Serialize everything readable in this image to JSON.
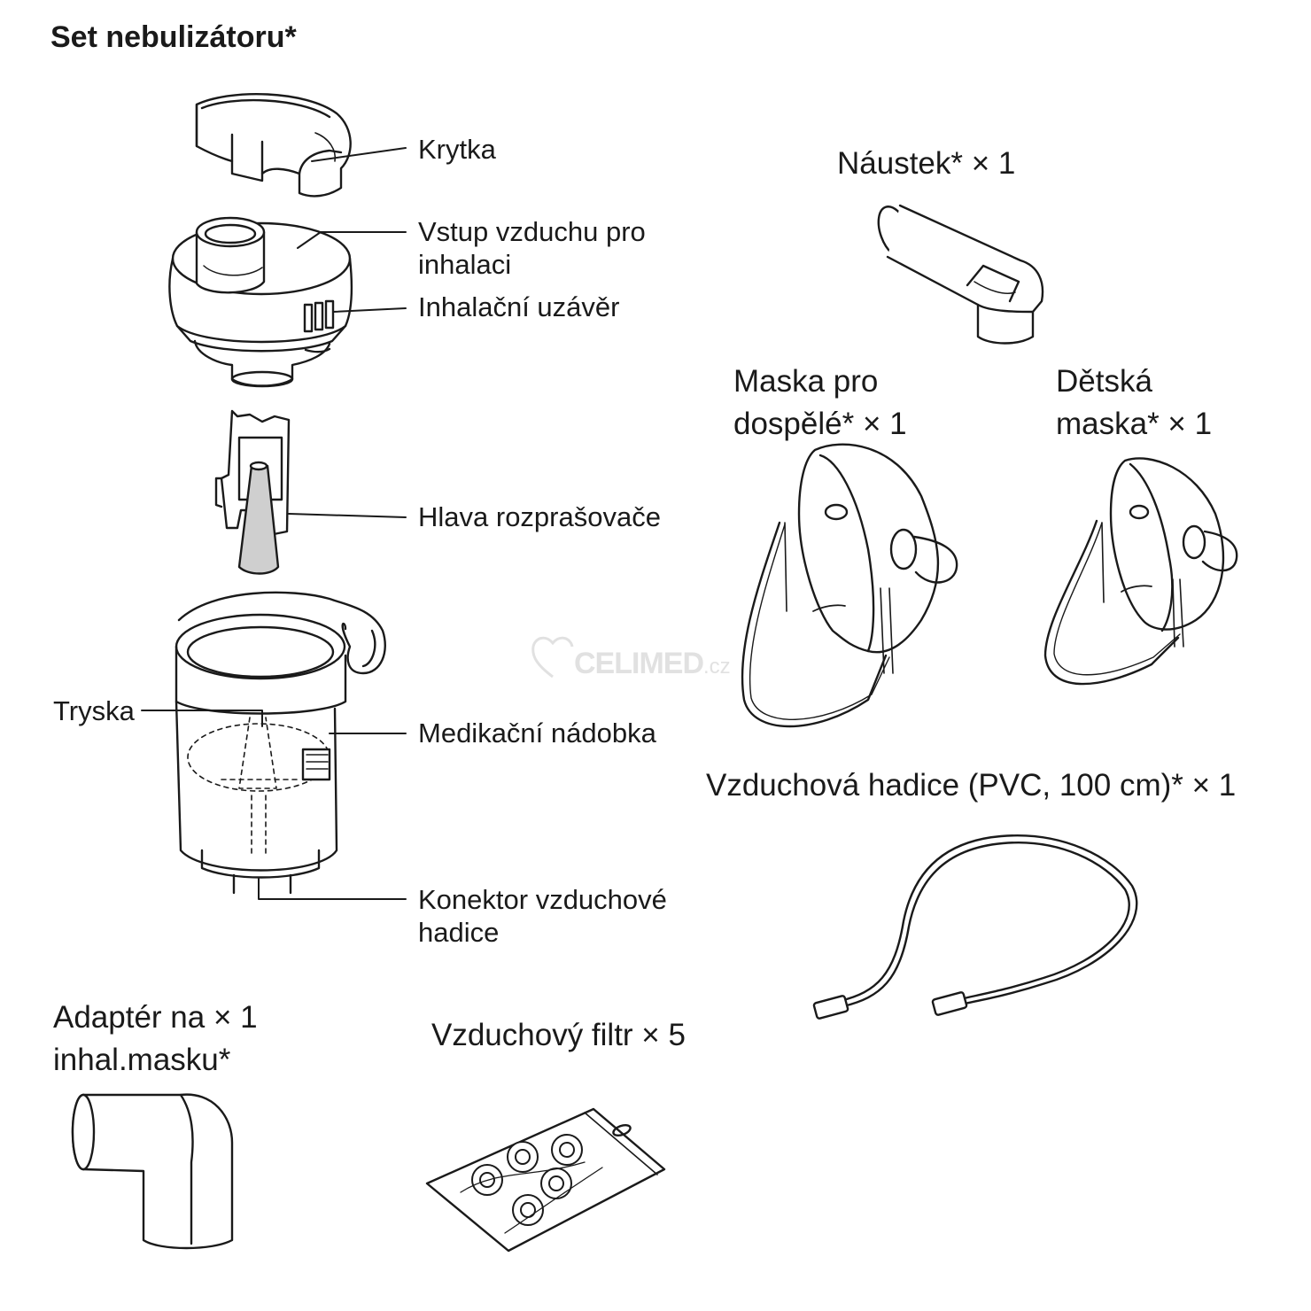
{
  "title": "Set nebulizátoru*",
  "parts": {
    "krytka": "Krytka",
    "vstup_line1": "Vstup vzduchu pro",
    "vstup_line2": "inhalaci",
    "uzaver": "Inhalační uzávěr",
    "hlava": "Hlava rozprašovače",
    "tryska": "Tryska",
    "nadobka": "Medikační nádobka",
    "konektor_line1": "Konektor vzduchové",
    "konektor_line2": "hadice"
  },
  "accessories": {
    "naustek": "Náustek* × 1",
    "maska_dosp_line1": "Maska pro",
    "maska_dosp_line2": "dospělé* × 1",
    "maska_det_line1": "Dětská",
    "maska_det_line2": "maska* × 1",
    "hadice": "Vzduchová hadice (PVC, 100 cm)* × 1",
    "adapter_line1": "Adaptér na  × 1",
    "adapter_line2": "inhal.masku*",
    "filtr": "Vzduchový filtr × 5"
  },
  "watermark": {
    "brand": "CELIMED",
    "tld": ".cz",
    "color": "#c9c9c9"
  },
  "colors": {
    "line": "#1a1a1a",
    "shade": "#d6d6d6"
  }
}
